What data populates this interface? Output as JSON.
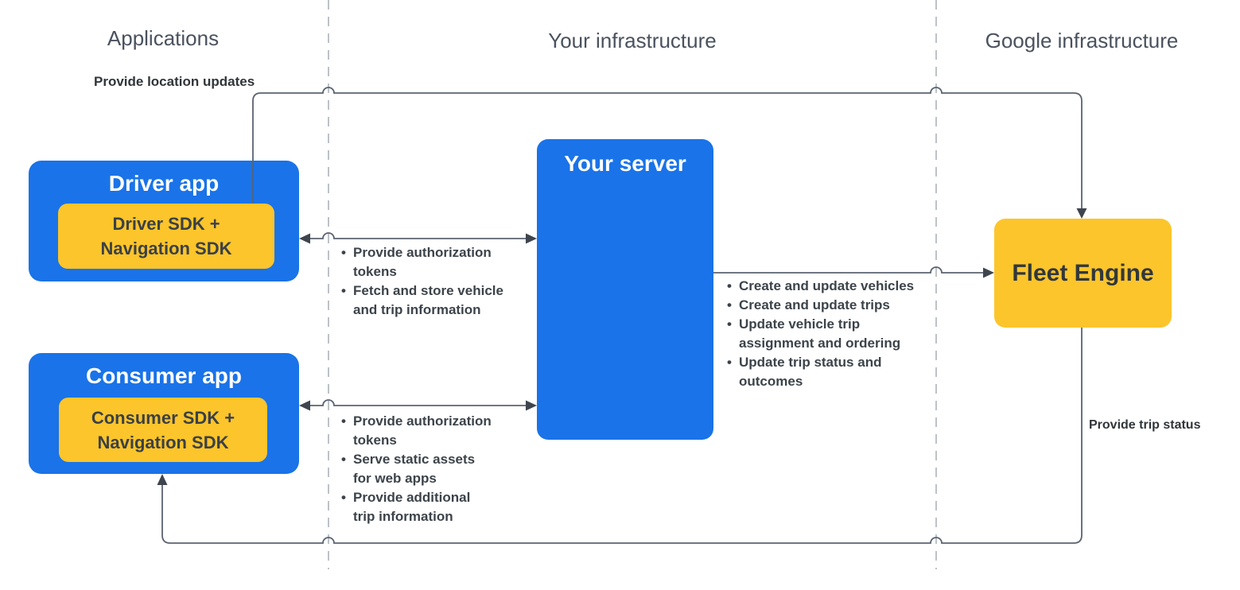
{
  "columns": {
    "applications": {
      "label": "Applications"
    },
    "your_infrastructure": {
      "label": "Your infrastructure"
    },
    "google_infrastructure": {
      "label": "Google infrastructure"
    }
  },
  "nodes": {
    "driver_app": {
      "title": "Driver app",
      "sdk_lines": [
        "Driver SDK +",
        "Navigation SDK"
      ]
    },
    "consumer_app": {
      "title": "Consumer app",
      "sdk_lines": [
        "Consumer SDK +",
        "Navigation SDK"
      ]
    },
    "your_server": {
      "title": "Your server"
    },
    "fleet_engine": {
      "title": "Fleet Engine"
    }
  },
  "edge_labels": {
    "location_updates": "Provide location updates",
    "trip_status": "Provide trip status"
  },
  "edge_lists": {
    "driver_server": {
      "items": [
        {
          "lines": [
            "Provide authorization",
            "tokens"
          ]
        },
        {
          "lines": [
            "Fetch and store vehicle",
            "and trip information"
          ]
        }
      ]
    },
    "consumer_server": {
      "items": [
        {
          "lines": [
            "Provide authorization",
            "tokens"
          ]
        },
        {
          "lines": [
            "Serve static assets",
            "for web apps"
          ]
        },
        {
          "lines": [
            "Provide additional",
            "trip information"
          ]
        }
      ]
    },
    "server_fleet": {
      "items": [
        {
          "lines": [
            "Create and update vehicles"
          ]
        },
        {
          "lines": [
            "Create and update trips"
          ]
        },
        {
          "lines": [
            "Update vehicle trip",
            "assignment and ordering"
          ]
        },
        {
          "lines": [
            "Update trip status and",
            "outcomes"
          ]
        }
      ]
    }
  },
  "colors": {
    "node_blue": "#1A73E8",
    "node_yellow": "#FCC52B",
    "text_on_blue": "#FFFFFF",
    "text_on_yellow": "#3B4045",
    "bullet_text": "#3C434A",
    "header_text": "#4A525E",
    "label_text": "#30353A",
    "line": "#5B6370",
    "arrowhead": "#3E454E",
    "divider": "#BDC2C9"
  }
}
